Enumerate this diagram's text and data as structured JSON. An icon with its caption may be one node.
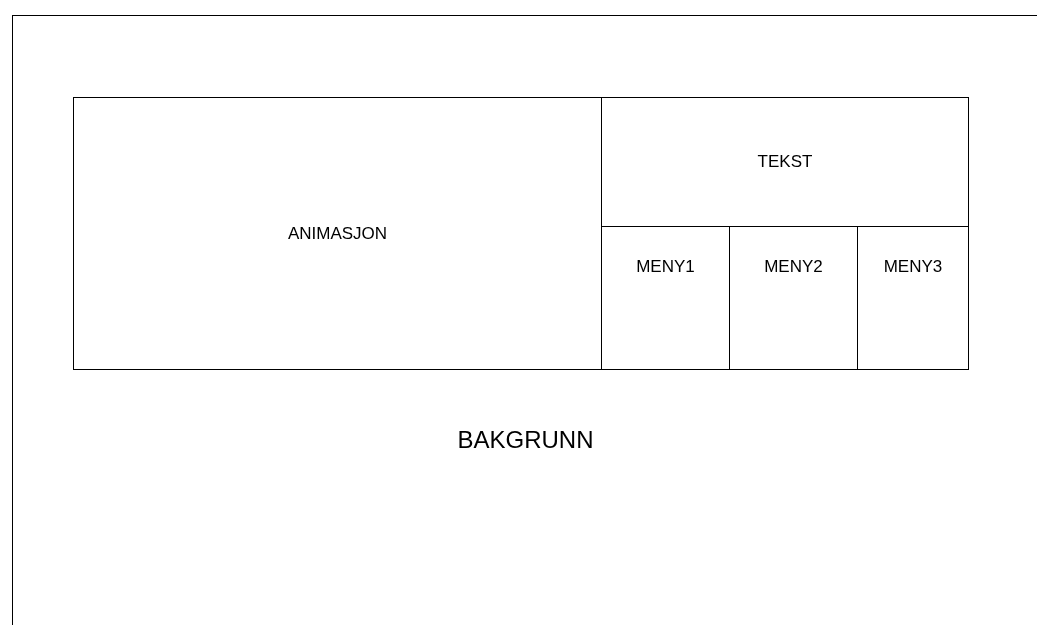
{
  "diagram": {
    "nodes": [
      {
        "text": [
          "BAKGRUNN"
        ]
      },
      {
        "text": [
          "ANIMASJON"
        ],
        "in": 0
      },
      {
        "text": [
          "TEKST"
        ],
        "in": 0
      },
      {
        "text": [
          "MENY1"
        ],
        "in": 0
      },
      {
        "text": [
          "MENY2"
        ],
        "in": 0
      },
      {
        "text": [
          "MENY3"
        ],
        "in": 0
      }
    ]
  }
}
